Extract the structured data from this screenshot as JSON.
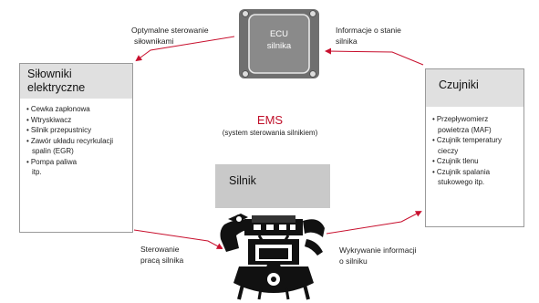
{
  "ecu": {
    "line1": "ECU",
    "line2": "silnika"
  },
  "label_optimal": {
    "line1": "Optymalne sterowanie",
    "line2": "siłownikami"
  },
  "label_info": {
    "line1": "Informacje o stanie",
    "line2": "silnika"
  },
  "actuators": {
    "title_line1": "Siłowniki",
    "title_line2": "elektryczne",
    "items": [
      "Cewka zapłonowa",
      "Wtryskiwacz",
      "Silnik przepustnicy",
      "Zawór układu recyrkulacji spalin (EGR)",
      "Pompa paliwa itp."
    ]
  },
  "sensors": {
    "title": "Czujniki",
    "items": [
      "Przepływomierz powietrza (MAF)",
      "Czujnik temperatury cieczy",
      "Czujnik tlenu",
      "Czujnik spalania stukowego itp."
    ]
  },
  "ems": {
    "title": "EMS",
    "subtitle": "(system sterowania silnikiem)"
  },
  "engine": {
    "title": "Silnik"
  },
  "label_control": {
    "line1": "Sterowanie",
    "line2": "pracą silnika"
  },
  "label_detect": {
    "line1": "Wykrywanie informacji",
    "line2": "o silniku"
  },
  "colors": {
    "arrow": "#c8102e",
    "ecu_fill": "#7d7d7d",
    "header_fill": "#e0e0e0"
  }
}
